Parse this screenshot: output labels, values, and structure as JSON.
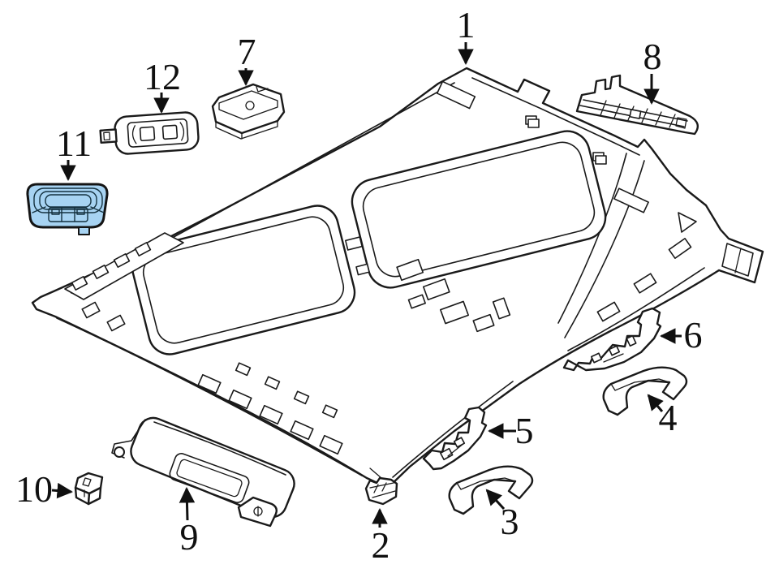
{
  "diagram": {
    "subject": "Roof headliner and interior trim exploded parts diagram",
    "background_color": "#ffffff",
    "line_color": "#1a1a1a",
    "highlight_fill": "#a7d3f2",
    "highlight_stroke": "#141414",
    "highlighted_callout": "11"
  },
  "callouts": [
    {
      "number": "1",
      "part": "roof-headliner-panel"
    },
    {
      "number": "2",
      "part": "retainer-clip"
    },
    {
      "number": "3",
      "part": "grab-handle-rear"
    },
    {
      "number": "4",
      "part": "grab-handle-front"
    },
    {
      "number": "5",
      "part": "grab-handle-bracket-rear"
    },
    {
      "number": "6",
      "part": "grab-handle-bracket-front"
    },
    {
      "number": "7",
      "part": "overhead-control-module"
    },
    {
      "number": "8",
      "part": "mounting-rail-bracket"
    },
    {
      "number": "9",
      "part": "sun-visor"
    },
    {
      "number": "10",
      "part": "sun-visor-clip"
    },
    {
      "number": "11",
      "part": "overhead-console-lamp"
    },
    {
      "number": "12",
      "part": "remote-key-fob"
    }
  ]
}
